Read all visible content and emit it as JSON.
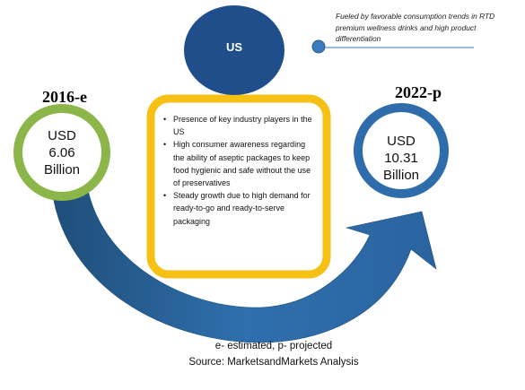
{
  "note": {
    "text": "Fueled by favorable consumption trends in RTD premium wellness drinks and high product differentiation"
  },
  "region": {
    "label": "US"
  },
  "start": {
    "year": "2016-e",
    "line1": "USD",
    "line2": "6.06",
    "line3": "Billion"
  },
  "end": {
    "year": "2022-p",
    "line1": "USD",
    "line2": "10.31",
    "line3": "Billion"
  },
  "drivers": [
    "Presence of key industry players in the US",
    "High consumer awareness regarding the ability of aseptic packages to keep food hygienic and safe without the use of preservatives",
    "Steady growth due to high demand for ready-to-go and ready-to-serve packaging"
  ],
  "footer": {
    "legend": "e- estimated, p- projected",
    "source": "Source: MarketsandMarkets Analysis"
  },
  "colors": {
    "arrow": "#2d6aa3",
    "arrow_dark": "#1f4e79",
    "start_ring": "#8db64a",
    "end_ring": "#2f6cab",
    "box_border": "#f6c015",
    "us_circle": "#1f4e8a",
    "note_dot": "#3a7abf",
    "note_line": "#3a7abf"
  }
}
